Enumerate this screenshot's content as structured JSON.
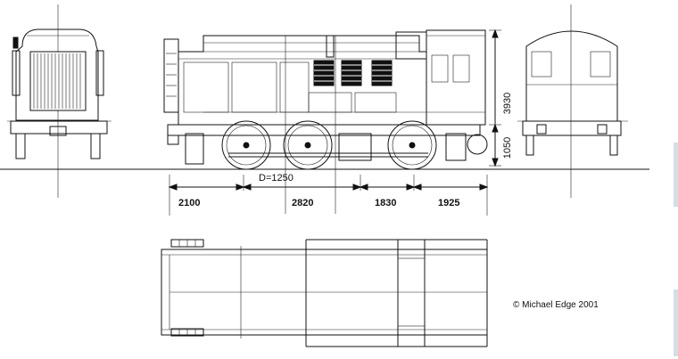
{
  "dimensions": {
    "wheel_diameter": "D=1250",
    "segments": [
      "2100",
      "2820",
      "1830",
      "1925"
    ],
    "height_total": "3930",
    "height_buffer": "1050"
  },
  "copyright": "© Michael Edge 2001"
}
